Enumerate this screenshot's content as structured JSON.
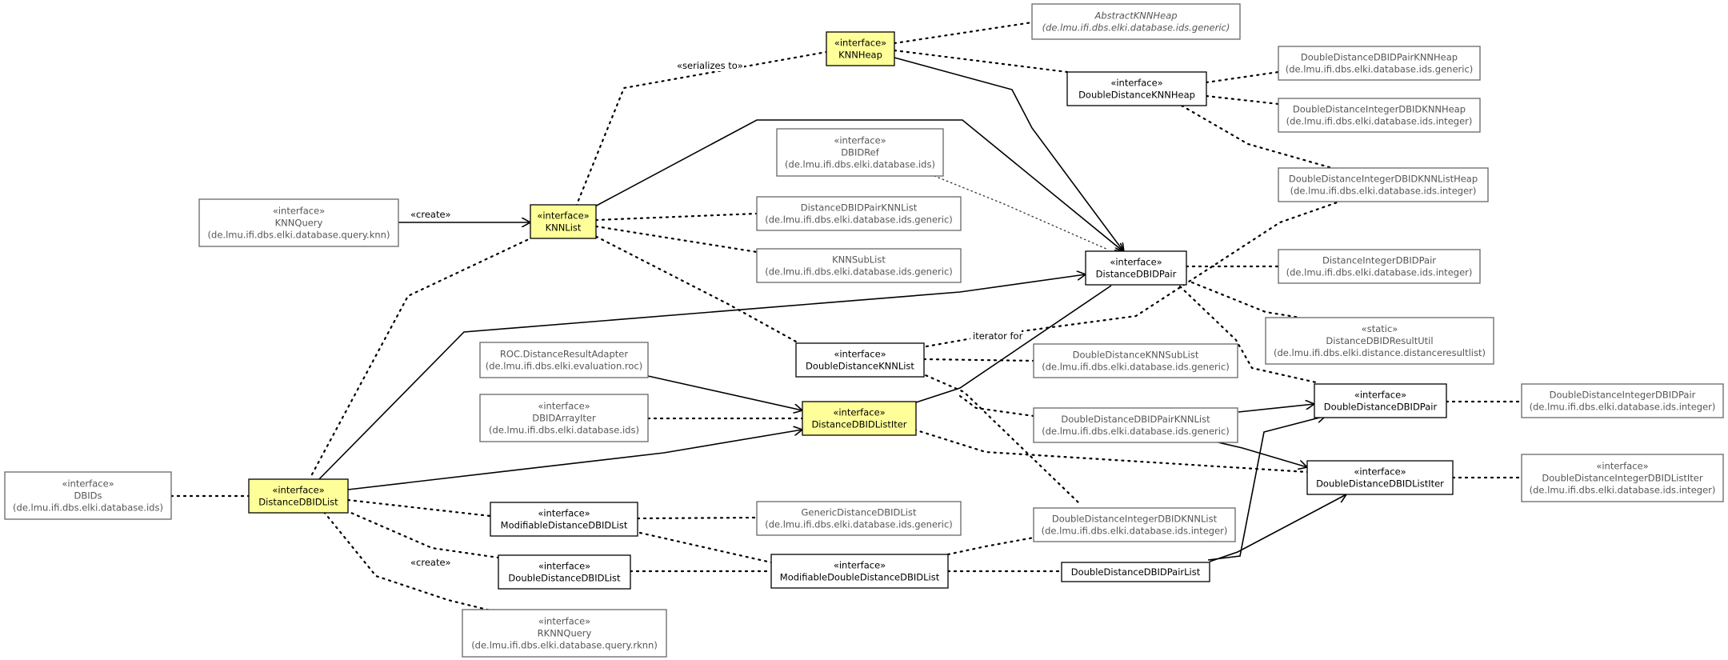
{
  "colors": {
    "highlight_fill": "#ffff99",
    "highlight_stroke": "#000000",
    "external_stroke": "#666666",
    "external_text": "#555555",
    "edge": "#000000"
  },
  "nodes": {
    "abstract_knn_heap": {
      "lines": [
        "AbstractKNNHeap",
        "(de.lmu.ifi.dbs.elki.database.ids.generic)"
      ],
      "style": "external",
      "italic": true
    },
    "knn_heap": {
      "lines": [
        "«interface»",
        "KNNHeap"
      ],
      "style": "highlight"
    },
    "dd_knn_heap": {
      "lines": [
        "«interface»",
        "DoubleDistanceKNNHeap"
      ],
      "style": "internal"
    },
    "dd_dbid_pair_knn_heap": {
      "lines": [
        "DoubleDistanceDBIDPairKNNHeap",
        "(de.lmu.ifi.dbs.elki.database.ids.generic)"
      ],
      "style": "external"
    },
    "dd_integer_dbid_knn_heap": {
      "lines": [
        "DoubleDistanceIntegerDBIDKNNHeap",
        "(de.lmu.ifi.dbs.elki.database.ids.integer)"
      ],
      "style": "external"
    },
    "dd_integer_dbid_knnlist_heap": {
      "lines": [
        "DoubleDistanceIntegerDBIDKNNListHeap",
        "(de.lmu.ifi.dbs.elki.database.ids.integer)"
      ],
      "style": "external"
    },
    "dbid_ref": {
      "lines": [
        "«interface»",
        "DBIDRef",
        "(de.lmu.ifi.dbs.elki.database.ids)"
      ],
      "style": "external"
    },
    "knn_query": {
      "lines": [
        "«interface»",
        "KNNQuery",
        "(de.lmu.ifi.dbs.elki.database.query.knn)"
      ],
      "style": "external"
    },
    "knn_list": {
      "lines": [
        "«interface»",
        "KNNList"
      ],
      "style": "highlight"
    },
    "distance_dbid_pair_knn_list": {
      "lines": [
        "DistanceDBIDPairKNNList",
        "(de.lmu.ifi.dbs.elki.database.ids.generic)"
      ],
      "style": "external"
    },
    "knn_sub_list": {
      "lines": [
        "KNNSubList",
        "(de.lmu.ifi.dbs.elki.database.ids.generic)"
      ],
      "style": "external"
    },
    "distance_dbid_pair": {
      "lines": [
        "«interface»",
        "DistanceDBIDPair"
      ],
      "style": "internal"
    },
    "distance_integer_dbid_pair": {
      "lines": [
        "DistanceIntegerDBIDPair",
        "(de.lmu.ifi.dbs.elki.database.ids.integer)"
      ],
      "style": "external"
    },
    "distance_dbid_result_util": {
      "lines": [
        "«static»",
        "DistanceDBIDResultUtil",
        "(de.lmu.ifi.dbs.elki.distance.distanceresultlist)"
      ],
      "style": "external"
    },
    "roc_adapter": {
      "lines": [
        "ROC.DistanceResultAdapter",
        "(de.lmu.ifi.dbs.elki.evaluation.roc)"
      ],
      "style": "external"
    },
    "dd_knn_list": {
      "lines": [
        "«interface»",
        "DoubleDistanceKNNList"
      ],
      "style": "internal"
    },
    "dd_knn_sub_list": {
      "lines": [
        "DoubleDistanceKNNSubList",
        "(de.lmu.ifi.dbs.elki.database.ids.generic)"
      ],
      "style": "external"
    },
    "dbid_array_iter": {
      "lines": [
        "«interface»",
        "DBIDArrayIter",
        "(de.lmu.ifi.dbs.elki.database.ids)"
      ],
      "style": "external"
    },
    "distance_dbid_list_iter": {
      "lines": [
        "«interface»",
        "DistanceDBIDListIter"
      ],
      "style": "highlight"
    },
    "dd_dbid_pair_knn_list": {
      "lines": [
        "DoubleDistanceDBIDPairKNNList",
        "(de.lmu.ifi.dbs.elki.database.ids.generic)"
      ],
      "style": "external"
    },
    "dd_dbid_pair": {
      "lines": [
        "«interface»",
        "DoubleDistanceDBIDPair"
      ],
      "style": "internal"
    },
    "dd_integer_dbid_pair": {
      "lines": [
        "DoubleDistanceIntegerDBIDPair",
        "(de.lmu.ifi.dbs.elki.database.ids.integer)"
      ],
      "style": "external"
    },
    "dbids": {
      "lines": [
        "«interface»",
        "DBIDs",
        "(de.lmu.ifi.dbs.elki.database.ids)"
      ],
      "style": "external"
    },
    "distance_dbid_list": {
      "lines": [
        "«interface»",
        "DistanceDBIDList"
      ],
      "style": "highlight"
    },
    "dd_dbid_list_iter": {
      "lines": [
        "«interface»",
        "DoubleDistanceDBIDListIter"
      ],
      "style": "internal"
    },
    "dd_integer_dbid_list_iter": {
      "lines": [
        "«interface»",
        "DoubleDistanceIntegerDBIDListIter",
        "(de.lmu.ifi.dbs.elki.database.ids.integer)"
      ],
      "style": "external"
    },
    "modifiable_distance_dbid_list": {
      "lines": [
        "«interface»",
        "ModifiableDistanceDBIDList"
      ],
      "style": "internal"
    },
    "generic_distance_dbid_list": {
      "lines": [
        "GenericDistanceDBIDList",
        "(de.lmu.ifi.dbs.elki.database.ids.generic)"
      ],
      "style": "external"
    },
    "dd_integer_dbid_knn_list": {
      "lines": [
        "DoubleDistanceIntegerDBIDKNNList",
        "(de.lmu.ifi.dbs.elki.database.ids.integer)"
      ],
      "style": "external"
    },
    "dd_dbid_list": {
      "lines": [
        "«interface»",
        "DoubleDistanceDBIDList"
      ],
      "style": "internal"
    },
    "modifiable_dd_dbid_list": {
      "lines": [
        "«interface»",
        "ModifiableDoubleDistanceDBIDList"
      ],
      "style": "internal"
    },
    "dd_dbid_pair_list": {
      "lines": [
        "DoubleDistanceDBIDPairList"
      ],
      "style": "internal"
    },
    "rknn_query": {
      "lines": [
        "«interface»",
        "RKNNQuery",
        "(de.lmu.ifi.dbs.elki.database.query.rknn)"
      ],
      "style": "external"
    }
  },
  "edge_labels": {
    "serializes_to": "«serializes to»",
    "create_knn": "«create»",
    "iterator_for": "iterator for",
    "create_rknn": "«create»"
  }
}
